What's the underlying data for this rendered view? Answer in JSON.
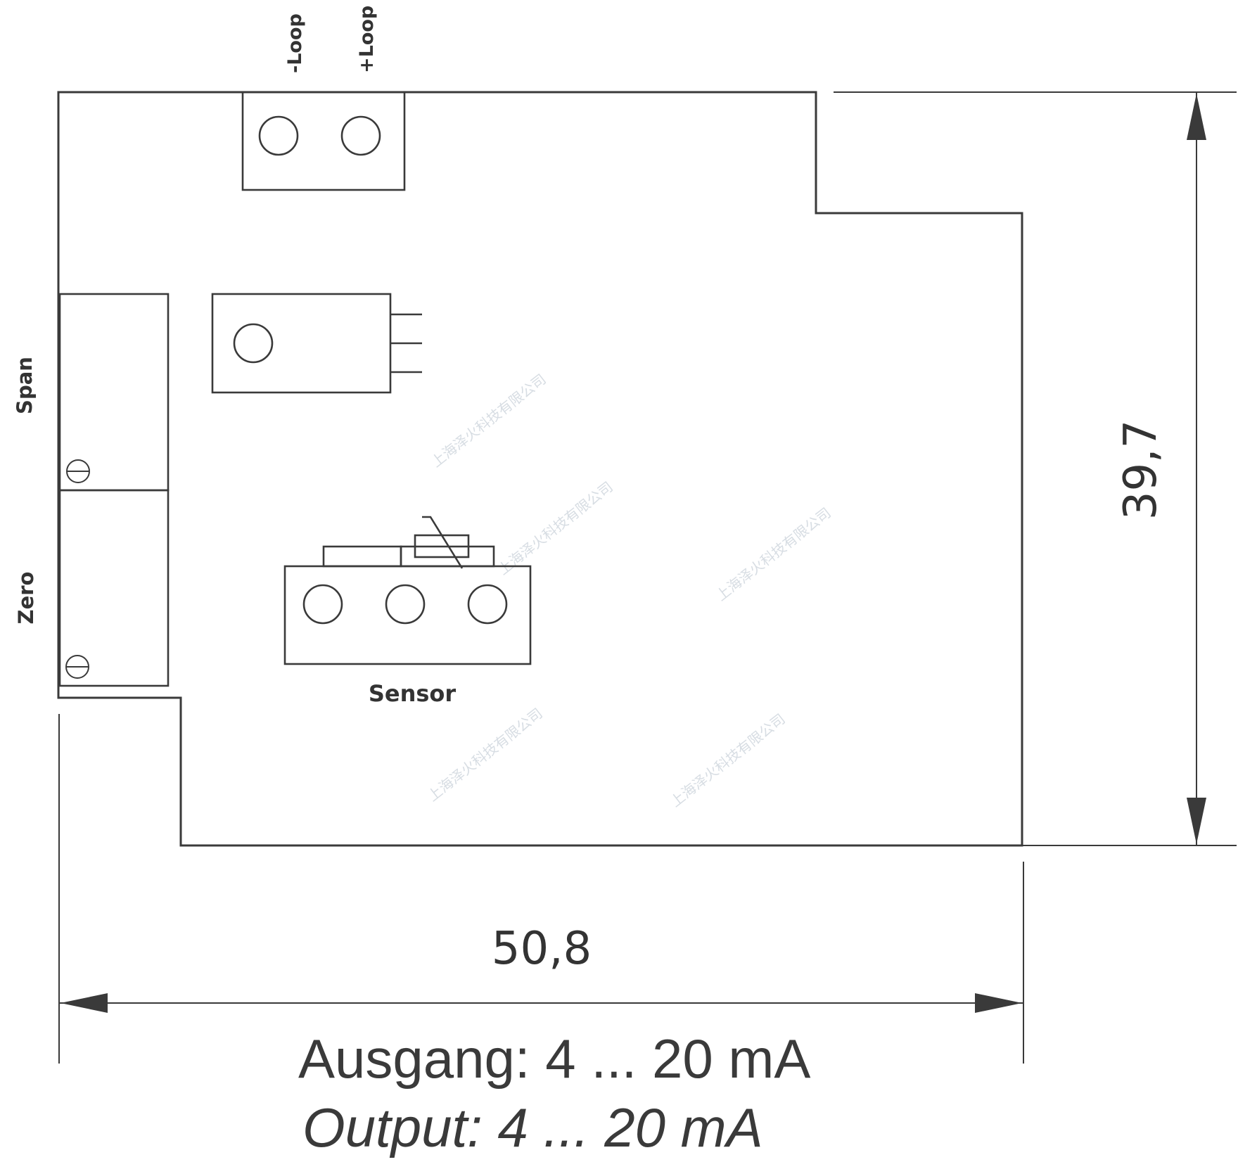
{
  "labels": {
    "loop_minus": "-Loop",
    "loop_plus": "+Loop",
    "span": "Span",
    "zero": "Zero",
    "sensor": "Sensor"
  },
  "dimensions": {
    "width": "50,8",
    "height": "39,7"
  },
  "captions": {
    "german": "Ausgang: 4 ... 20 mA",
    "english": "Output: 4 ... 20 mA"
  },
  "watermark": "上海泽火科技有限公司",
  "colors": {
    "line": "#3a3a3a",
    "text": "#333333"
  }
}
